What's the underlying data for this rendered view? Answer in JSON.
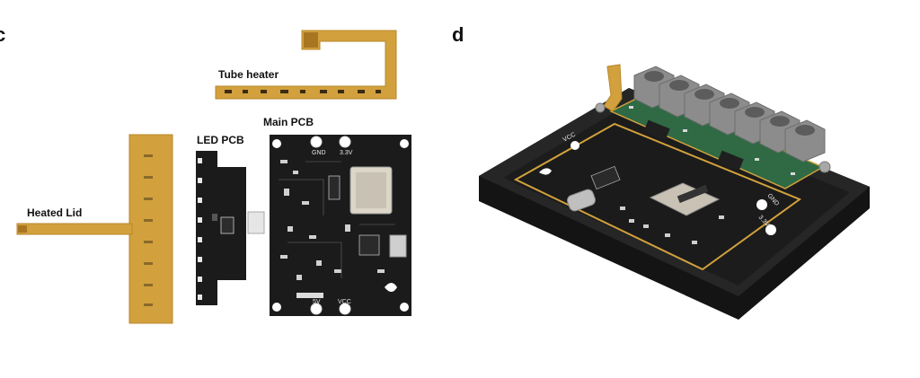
{
  "figure": {
    "panels": [
      {
        "letter": "c",
        "labels": {
          "tube_heater": "Tube heater",
          "main_pcb": "Main PCB",
          "led_pcb": "LED PCB",
          "heated_lid": "Heated Lid"
        },
        "silkscreen": {
          "gnd": "GND",
          "v33": "3.3V",
          "v5": "5V",
          "vcc": "VCC"
        }
      },
      {
        "letter": "d",
        "silkscreen": {
          "vcc": "VCC",
          "gnd": "GND",
          "v33": "3.3V"
        }
      }
    ]
  },
  "colors": {
    "flex_gold": "#d2a13d",
    "flex_gold_dark": "#b9862a",
    "pcb_black": "#1b1b1b",
    "pcb_green": "#2f6a44",
    "enclosure_black": "#141414",
    "tube_gray": "#8c8c8c",
    "metal_module": "#c9c2b4"
  }
}
